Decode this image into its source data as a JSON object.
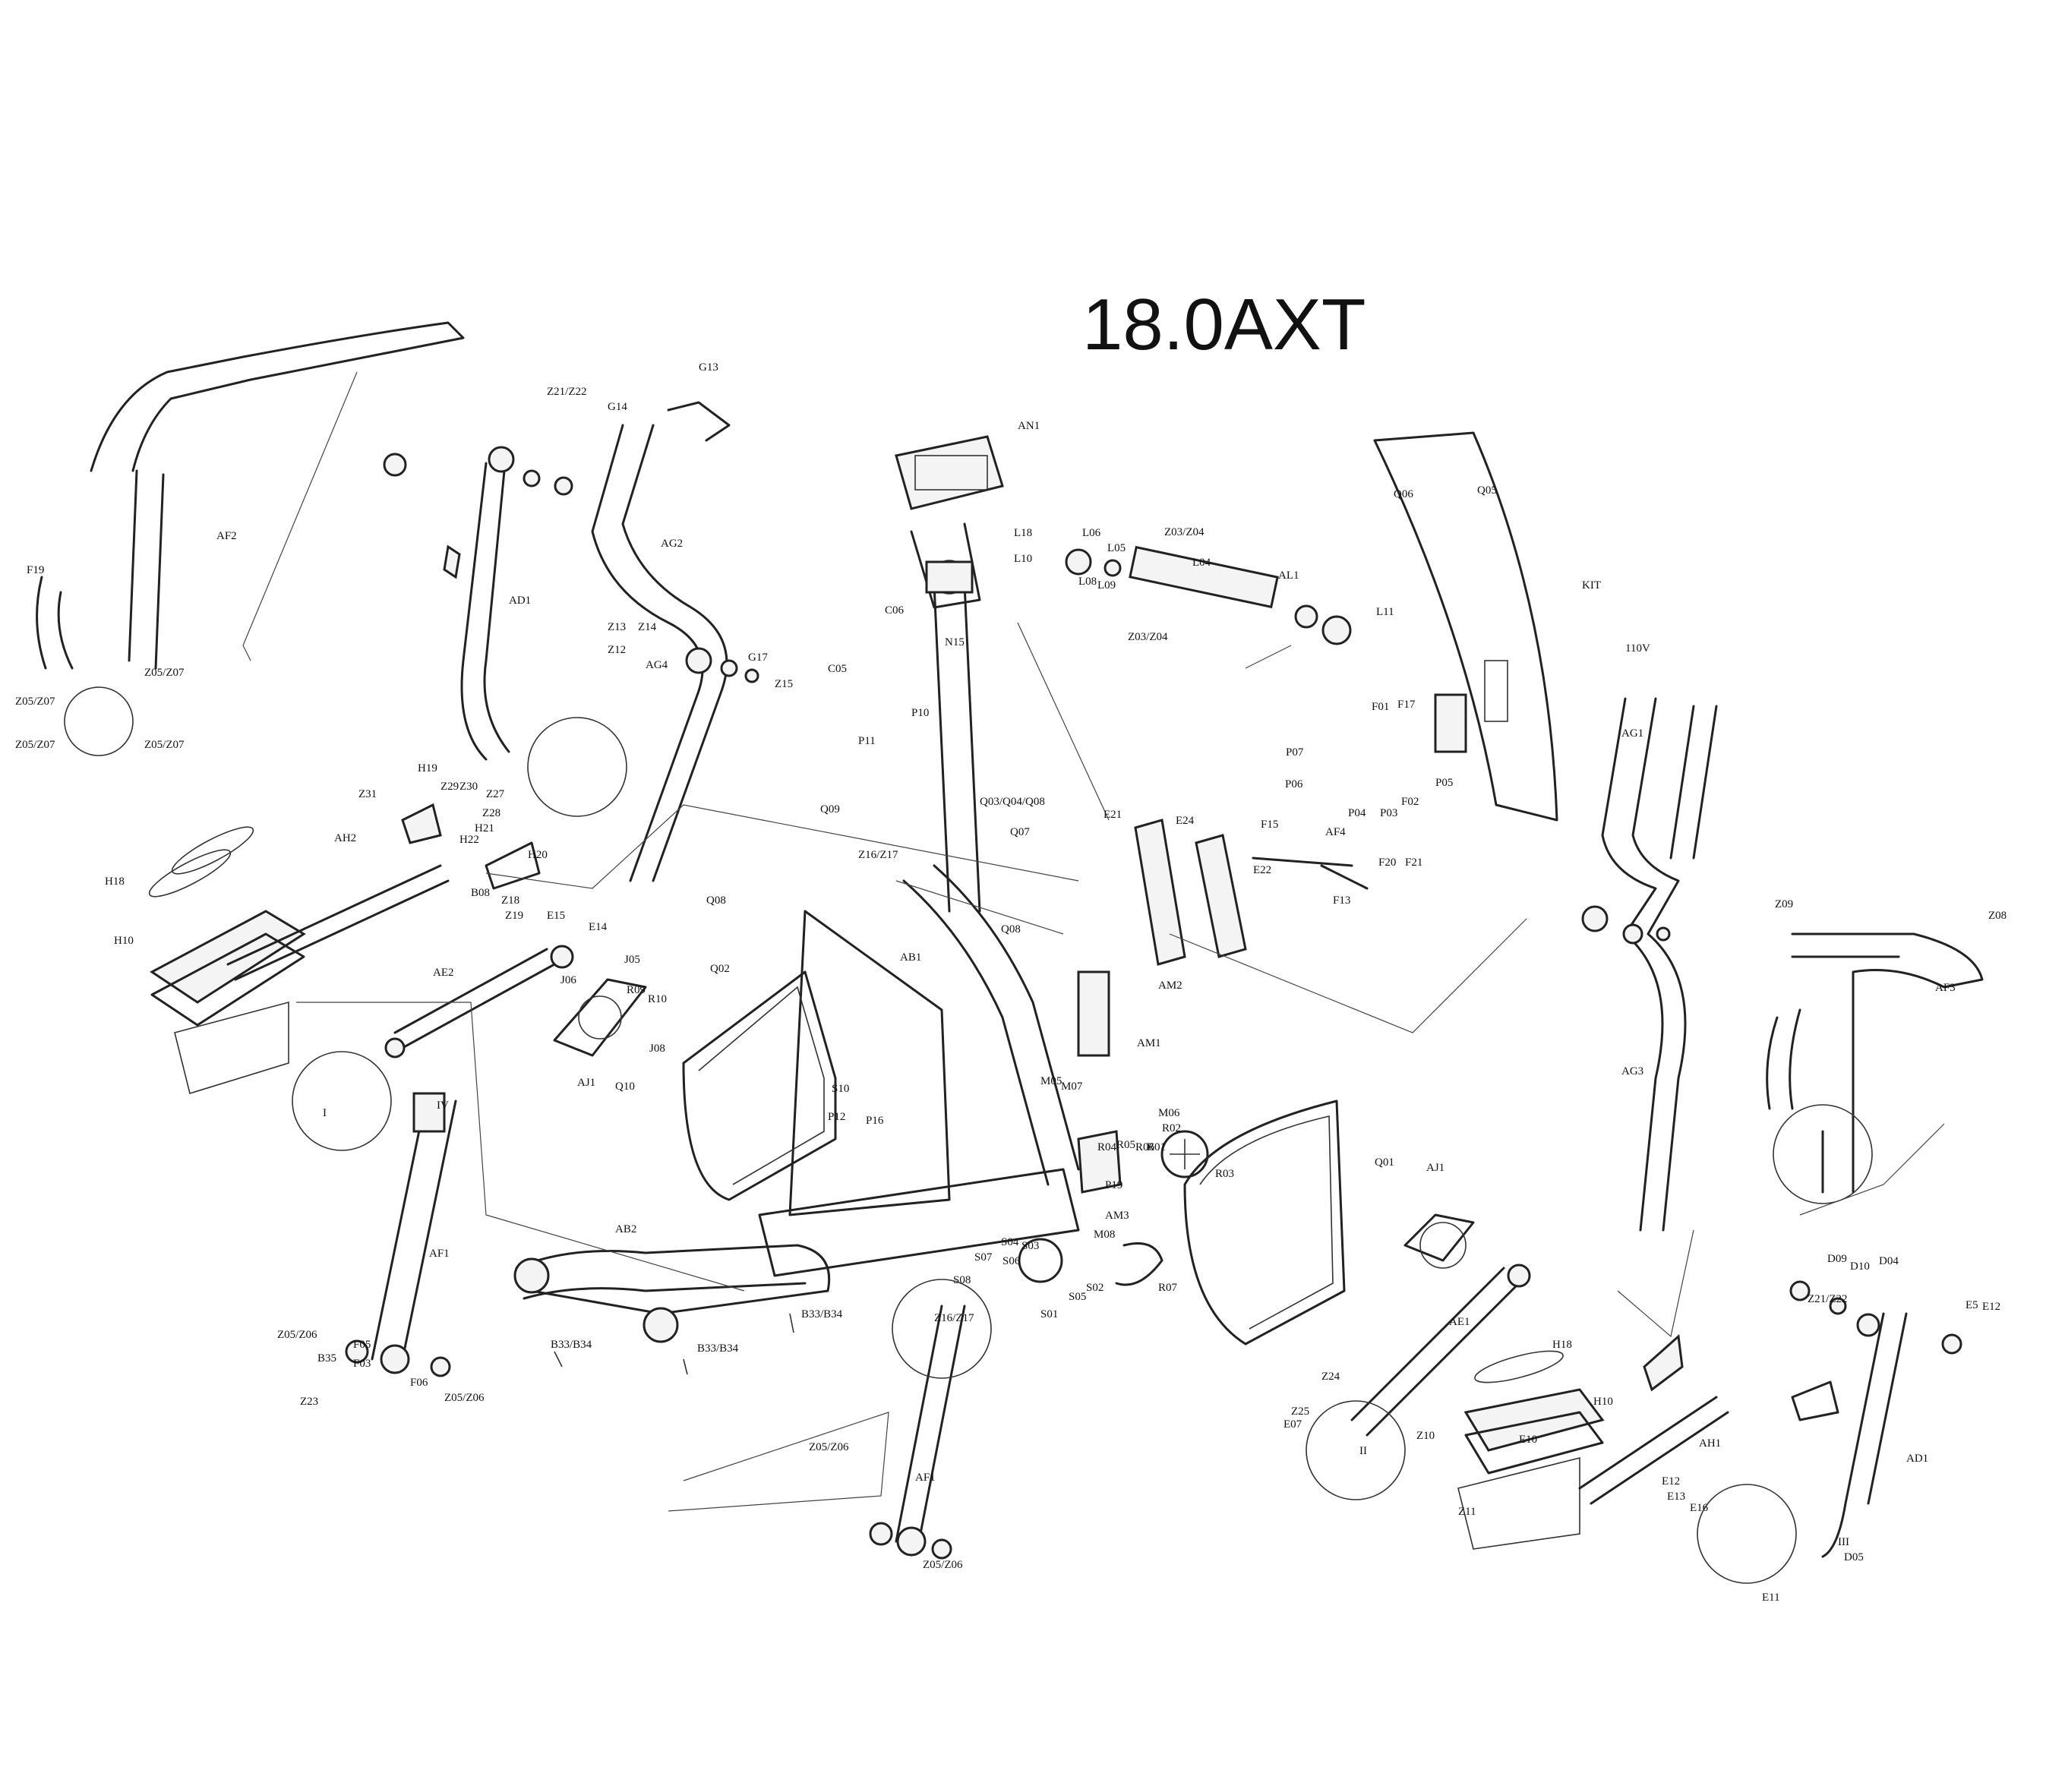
{
  "title": "18.0AXT",
  "labels": [
    "AN1",
    "AF2",
    "AD1",
    "AG2",
    "AG4",
    "G13",
    "G14",
    "G17",
    "Z15",
    "Z13",
    "Z14",
    "Z12",
    "F19",
    "Z05/Z07",
    "Z05/Z07",
    "Z05/Z07",
    "Z05/Z07",
    "H19",
    "Z29",
    "Z30",
    "Z27",
    "Z28",
    "H21",
    "H22",
    "H20",
    "Z31",
    "AH2",
    "H18",
    "H10",
    "AE2",
    "B08",
    "Z18",
    "Z19",
    "E15",
    "E14",
    "J05",
    "J06",
    "R09",
    "R10",
    "J08",
    "AJ1",
    "Q10",
    "Q08",
    "Q02",
    "AB1",
    "AB2",
    "AF1",
    "AF1",
    "B33/B34",
    "B33/B34",
    "B33/B34",
    "F03",
    "F05",
    "F06",
    "B35",
    "Z05/Z06",
    "Z05/Z06",
    "Z05/Z06",
    "Z05/Z06",
    "C06",
    "C05",
    "P10",
    "P11",
    "Q09",
    "Q07",
    "Q08",
    "AM2",
    "AM1",
    "M05",
    "M07",
    "M06",
    "R02",
    "R03",
    "R04",
    "R05",
    "R06",
    "R01",
    "P19",
    "AM3",
    "M08",
    "S01",
    "S02",
    "S03",
    "S04",
    "S05",
    "S06",
    "S07",
    "S08",
    "R07",
    "Q01",
    "AJ1",
    "AE1",
    "H18",
    "H10",
    "AH1",
    "AD1",
    "D05",
    "E11",
    "E12",
    "E13",
    "E16",
    "L18",
    "L10",
    "L06",
    "L05",
    "L08",
    "L09",
    "L04",
    "AL1",
    "L11",
    "Z03/Z04",
    "Z03/Z04",
    "Q05",
    "Q06",
    "KIT",
    "110V",
    "F01",
    "F17",
    "P07",
    "P06",
    "P05",
    "P04",
    "P03",
    "F02",
    "E21",
    "E24",
    "E22",
    "F21",
    "F20",
    "F15",
    "AF4",
    "F13",
    "AG1",
    "AG3",
    "Z09",
    "Z08",
    "AF3",
    "N15",
    "D09",
    "D10",
    "D04",
    "E5",
    "E12",
    "Z21/Z22",
    "Z21/Z22",
    "Z23",
    "Z24",
    "Z25",
    "Z10",
    "Z11",
    "E07",
    "E10",
    "I",
    "II",
    "III",
    "IV",
    "Z16/Z17",
    "Z16/Z17",
    "Q03/Q04/Q08",
    "S10",
    "P12",
    "P16"
  ]
}
